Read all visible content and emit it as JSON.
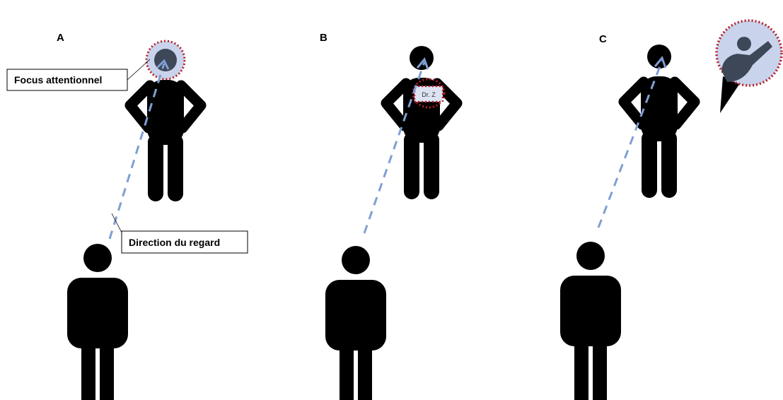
{
  "panels": [
    {
      "letter": "A"
    },
    {
      "letter": "B",
      "badge": "Dr. Z"
    },
    {
      "letter": "C"
    }
  ],
  "callouts": {
    "focus": "Focus attentionnel",
    "gaze": "Direction du regard"
  },
  "colors": {
    "figure": "#000000",
    "gaze_line": "#7f9fd3",
    "focus_ring": "#b5202b",
    "focus_fill": "#c9d3ec",
    "focus_dark": "#3d4758"
  },
  "icons": [
    "person-icon",
    "waving-person-icon"
  ]
}
